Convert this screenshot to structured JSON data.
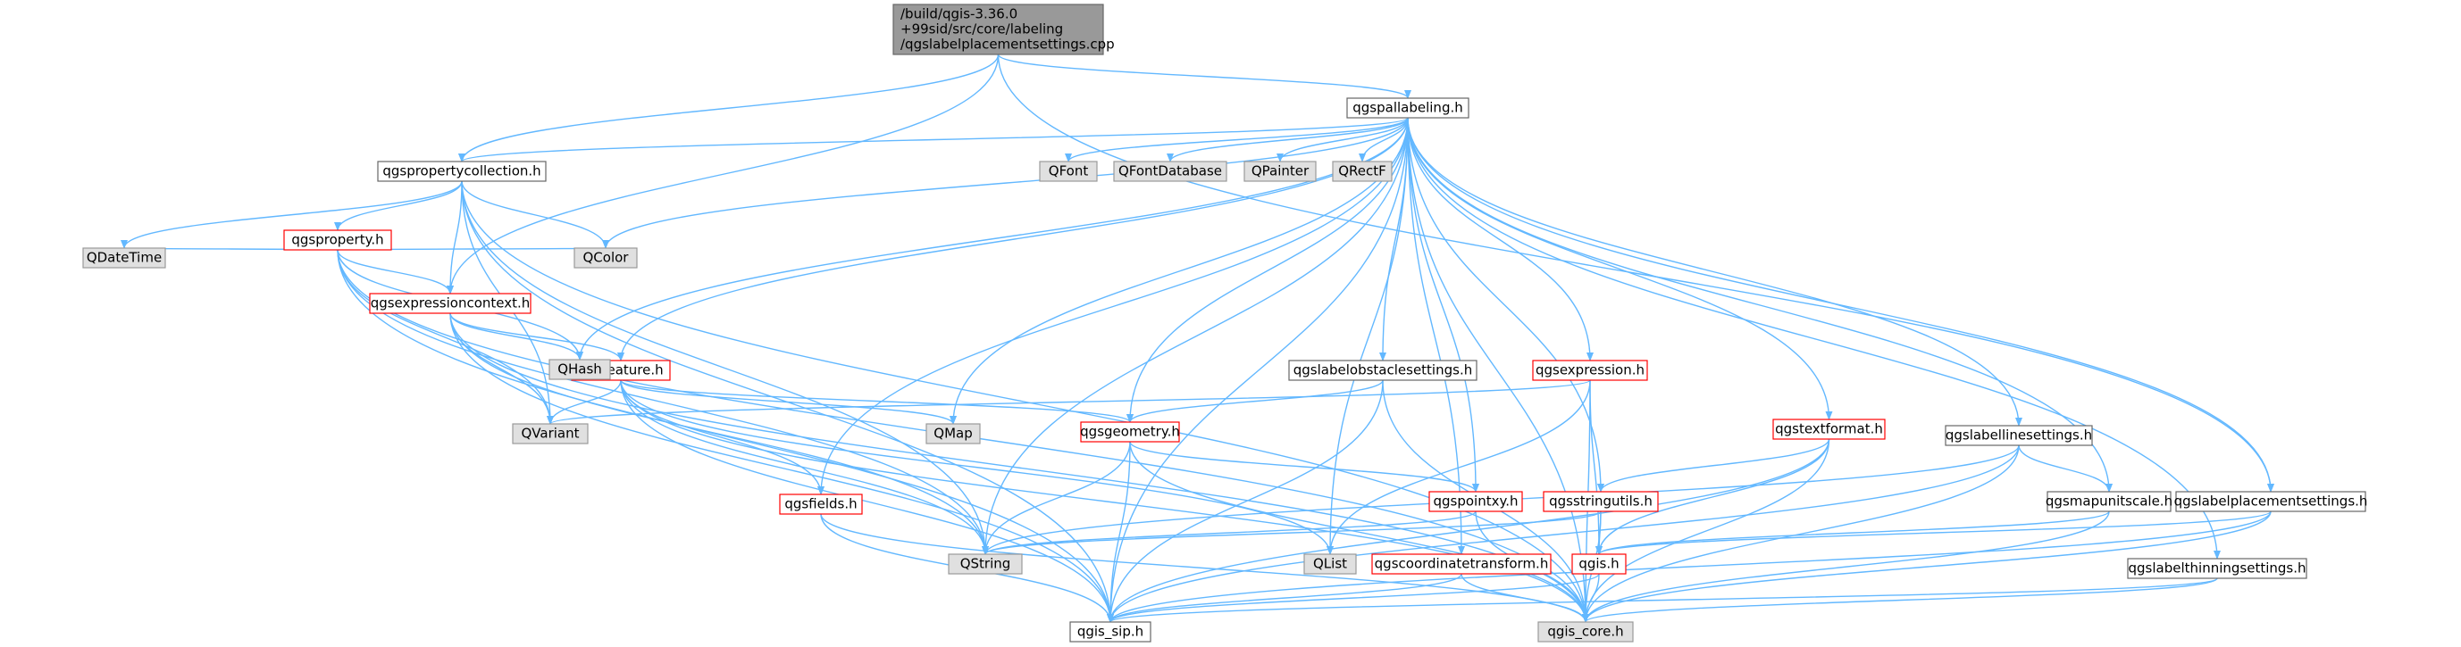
{
  "graph": {
    "edge_color": "#63b8ff",
    "node_styles": {
      "root": {
        "fill": "#999999",
        "stroke": "#666666",
        "text": "#000000"
      },
      "normal": {
        "fill": "#ffffff",
        "stroke": "#666666",
        "text": "#000000"
      },
      "highlighted": {
        "fill": "#ffffff",
        "stroke": "#ff0000",
        "text": "#000000"
      },
      "external": {
        "fill": "#e0e0e0",
        "stroke": "#999999",
        "text": "#000000"
      }
    },
    "nodes": [
      {
        "id": "root",
        "style": "root",
        "lines": [
          "/build/qgis-3.36.0",
          "+99sid/src/core/labeling",
          "/qgslabelplacementsettings.cpp"
        ]
      },
      {
        "id": "qgspallabeling",
        "style": "normal",
        "lines": [
          "qgspallabeling.h"
        ]
      },
      {
        "id": "qgspropertycollection",
        "style": "normal",
        "lines": [
          "qgspropertycollection.h"
        ]
      },
      {
        "id": "qgsproperty",
        "style": "highlighted",
        "lines": [
          "qgsproperty.h"
        ]
      },
      {
        "id": "qgsexpressioncontext",
        "style": "highlighted",
        "lines": [
          "qgsexpressioncontext.h"
        ]
      },
      {
        "id": "qgsfeature",
        "style": "highlighted",
        "lines": [
          "qgsfeature.h"
        ]
      },
      {
        "id": "qgsgeometry",
        "style": "highlighted",
        "lines": [
          "qgsgeometry.h"
        ]
      },
      {
        "id": "qgsfields",
        "style": "highlighted",
        "lines": [
          "qgsfields.h"
        ]
      },
      {
        "id": "qgspointxy",
        "style": "highlighted",
        "lines": [
          "qgspointxy.h"
        ]
      },
      {
        "id": "qgsstringutils",
        "style": "highlighted",
        "lines": [
          "qgsstringutils.h"
        ]
      },
      {
        "id": "qgscoordinatetransform",
        "style": "highlighted",
        "lines": [
          "qgscoordinatetransform.h"
        ]
      },
      {
        "id": "qgis",
        "style": "highlighted",
        "lines": [
          "qgis.h"
        ]
      },
      {
        "id": "qgsexpression",
        "style": "highlighted",
        "lines": [
          "qgsexpression.h"
        ]
      },
      {
        "id": "qgstextformat",
        "style": "highlighted",
        "lines": [
          "qgstextformat.h"
        ]
      },
      {
        "id": "qgslabelobstaclesettings",
        "style": "normal",
        "lines": [
          "qgslabelobstaclesettings.h"
        ]
      },
      {
        "id": "qgslabellinesettings",
        "style": "normal",
        "lines": [
          "qgslabellinesettings.h"
        ]
      },
      {
        "id": "qgsmapunitscale",
        "style": "normal",
        "lines": [
          "qgsmapunitscale.h"
        ]
      },
      {
        "id": "qgslabelplacementsettings",
        "style": "normal",
        "lines": [
          "qgslabelplacementsettings.h"
        ]
      },
      {
        "id": "qgslabelthinningsettings",
        "style": "normal",
        "lines": [
          "qgslabelthinningsettings.h"
        ]
      },
      {
        "id": "QFont",
        "style": "external",
        "lines": [
          "QFont"
        ]
      },
      {
        "id": "QFontDatabase",
        "style": "external",
        "lines": [
          "QFontDatabase"
        ]
      },
      {
        "id": "QPainter",
        "style": "external",
        "lines": [
          "QPainter"
        ]
      },
      {
        "id": "QRectF",
        "style": "external",
        "lines": [
          "QRectF"
        ]
      },
      {
        "id": "QDateTime",
        "style": "external",
        "lines": [
          "QDateTime"
        ]
      },
      {
        "id": "QColor",
        "style": "external",
        "lines": [
          "QColor"
        ]
      },
      {
        "id": "QHash",
        "style": "external",
        "lines": [
          "QHash"
        ]
      },
      {
        "id": "QVariant",
        "style": "external",
        "lines": [
          "QVariant"
        ]
      },
      {
        "id": "QMap",
        "style": "external",
        "lines": [
          "QMap"
        ]
      },
      {
        "id": "QString",
        "style": "external",
        "lines": [
          "QString"
        ]
      },
      {
        "id": "QList",
        "style": "external",
        "lines": [
          "QList"
        ]
      },
      {
        "id": "qgis_sip",
        "style": "normal",
        "lines": [
          "qgis_sip.h"
        ]
      },
      {
        "id": "qgis_core",
        "style": "external",
        "lines": [
          "qgis_core.h"
        ]
      }
    ],
    "edges": [
      [
        "root",
        "qgspallabeling"
      ],
      [
        "root",
        "qgspropertycollection"
      ],
      [
        "root",
        "qgsexpressioncontext"
      ],
      [
        "root",
        "qgslabelplacementsettings"
      ],
      [
        "qgspallabeling",
        "qgspropertycollection"
      ],
      [
        "qgspallabeling",
        "QFont"
      ],
      [
        "qgspallabeling",
        "QFontDatabase"
      ],
      [
        "qgspallabeling",
        "QPainter"
      ],
      [
        "qgspallabeling",
        "QRectF"
      ],
      [
        "qgspallabeling",
        "QColor"
      ],
      [
        "qgspallabeling",
        "QHash"
      ],
      [
        "qgspallabeling",
        "QMap"
      ],
      [
        "qgspallabeling",
        "QString"
      ],
      [
        "qgspallabeling",
        "QList"
      ],
      [
        "qgspallabeling",
        "qgsfeature"
      ],
      [
        "qgspallabeling",
        "qgsfields"
      ],
      [
        "qgspallabeling",
        "qgsgeometry"
      ],
      [
        "qgspallabeling",
        "qgslabelobstaclesettings"
      ],
      [
        "qgspallabeling",
        "qgsexpression"
      ],
      [
        "qgspallabeling",
        "qgspointxy"
      ],
      [
        "qgspallabeling",
        "qgsstringutils"
      ],
      [
        "qgspallabeling",
        "qgscoordinatetransform"
      ],
      [
        "qgspallabeling",
        "qgstextformat"
      ],
      [
        "qgspallabeling",
        "qgslabellinesettings"
      ],
      [
        "qgspallabeling",
        "qgsmapunitscale"
      ],
      [
        "qgspallabeling",
        "qgslabelplacementsettings"
      ],
      [
        "qgspallabeling",
        "qgslabelthinningsettings"
      ],
      [
        "qgspallabeling",
        "qgis_core"
      ],
      [
        "qgspallabeling",
        "qgis_sip"
      ],
      [
        "qgspropertycollection",
        "qgsproperty"
      ],
      [
        "qgspropertycollection",
        "qgsexpressioncontext"
      ],
      [
        "qgspropertycollection",
        "QDateTime"
      ],
      [
        "qgspropertycollection",
        "QColor"
      ],
      [
        "qgspropertycollection",
        "QVariant"
      ],
      [
        "qgspropertycollection",
        "QString"
      ],
      [
        "qgspropertycollection",
        "qgis_sip"
      ],
      [
        "qgspropertycollection",
        "qgis_core"
      ],
      [
        "qgsproperty",
        "QDateTime"
      ],
      [
        "qgsproperty",
        "QColor"
      ],
      [
        "qgsproperty",
        "qgsexpressioncontext"
      ],
      [
        "qgsproperty",
        "QHash"
      ],
      [
        "qgsproperty",
        "QVariant"
      ],
      [
        "qgsproperty",
        "QString"
      ],
      [
        "qgsproperty",
        "qgis_sip"
      ],
      [
        "qgsproperty",
        "qgis_core"
      ],
      [
        "qgsexpressioncontext",
        "qgsfeature"
      ],
      [
        "qgsexpressioncontext",
        "QHash"
      ],
      [
        "qgsexpressioncontext",
        "QVariant"
      ],
      [
        "qgsexpressioncontext",
        "QString"
      ],
      [
        "qgsexpressioncontext",
        "qgis_sip"
      ],
      [
        "qgsexpressioncontext",
        "qgis_core"
      ],
      [
        "qgsfeature",
        "QVariant"
      ],
      [
        "qgsfeature",
        "QMap"
      ],
      [
        "qgsfeature",
        "qgsgeometry"
      ],
      [
        "qgsfeature",
        "qgsfields"
      ],
      [
        "qgsfeature",
        "QString"
      ],
      [
        "qgsfeature",
        "QList"
      ],
      [
        "qgsfeature",
        "qgis_sip"
      ],
      [
        "qgsfeature",
        "qgis_core"
      ],
      [
        "qgsgeometry",
        "qgspointxy"
      ],
      [
        "qgsgeometry",
        "QString"
      ],
      [
        "qgsgeometry",
        "qgis_sip"
      ],
      [
        "qgsgeometry",
        "qgis_core"
      ],
      [
        "qgsfields",
        "qgis_sip"
      ],
      [
        "qgsfields",
        "qgis_core"
      ],
      [
        "qgslabelobstaclesettings",
        "qgsgeometry"
      ],
      [
        "qgslabelobstaclesettings",
        "qgis_sip"
      ],
      [
        "qgslabelobstaclesettings",
        "qgis_core"
      ],
      [
        "qgsexpression",
        "QVariant"
      ],
      [
        "qgsexpression",
        "QList"
      ],
      [
        "qgsexpression",
        "qgis"
      ],
      [
        "qgsexpression",
        "qgis_core"
      ],
      [
        "qgspointxy",
        "QString"
      ],
      [
        "qgspointxy",
        "qgis_core"
      ],
      [
        "qgsstringutils",
        "QString"
      ],
      [
        "qgsstringutils",
        "qgis"
      ],
      [
        "qgsstringutils",
        "qgis_core"
      ],
      [
        "qgstextformat",
        "qgsstringutils"
      ],
      [
        "qgstextformat",
        "qgis"
      ],
      [
        "qgstextformat",
        "qgis_sip"
      ],
      [
        "qgstextformat",
        "qgis_core"
      ],
      [
        "qgslabellinesettings",
        "QString"
      ],
      [
        "qgslabellinesettings",
        "qgsmapunitscale"
      ],
      [
        "qgslabellinesettings",
        "qgis_sip"
      ],
      [
        "qgslabellinesettings",
        "qgis_core"
      ],
      [
        "qgsmapunitscale",
        "qgis"
      ],
      [
        "qgsmapunitscale",
        "qgis_core"
      ],
      [
        "qgslabelplacementsettings",
        "qgis"
      ],
      [
        "qgslabelplacementsettings",
        "qgis_sip"
      ],
      [
        "qgslabelplacementsettings",
        "qgis_core"
      ],
      [
        "qgslabelthinningsettings",
        "qgis_sip"
      ],
      [
        "qgslabelthinningsettings",
        "qgis_core"
      ],
      [
        "qgscoordinatetransform",
        "qgis_sip"
      ],
      [
        "qgscoordinatetransform",
        "qgis_core"
      ],
      [
        "qgis",
        "qgis_sip"
      ],
      [
        "qgis",
        "qgis_core"
      ]
    ]
  }
}
